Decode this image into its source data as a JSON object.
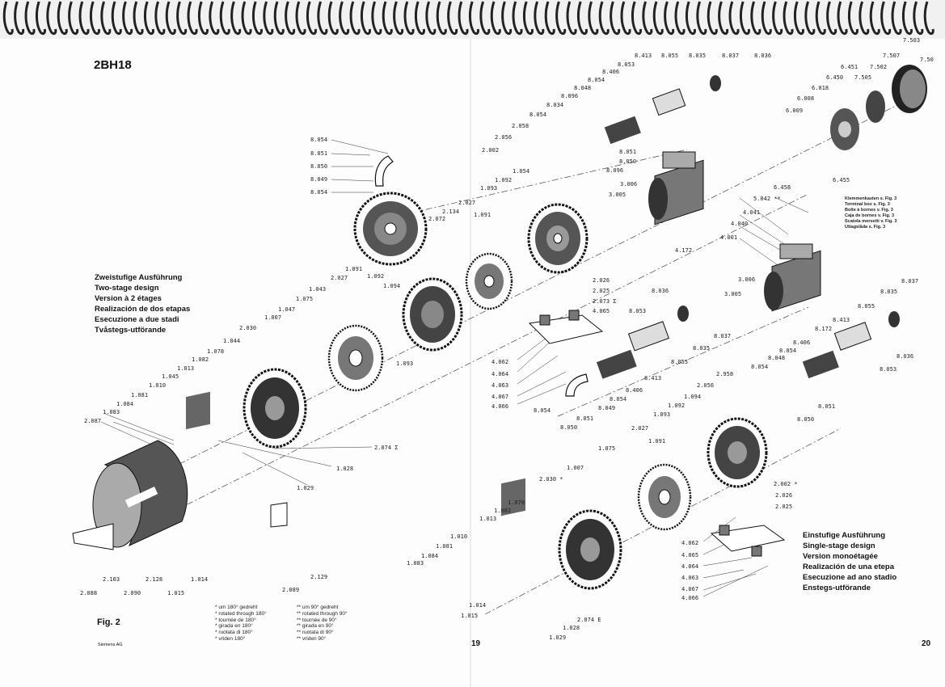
{
  "document": {
    "model": "2BH18",
    "figure_label": "Fig. 2",
    "company": "Siemens AG",
    "page_left": "19",
    "page_right": "20",
    "two_stage_design": [
      "Zweistufige Ausführung",
      "Two-stage design",
      "Version à 2 étages",
      "Realización de dos etapas",
      "Esecuzione a due stadi",
      "Tvåstegs-utförande"
    ],
    "single_stage_design": [
      "Einstufige Ausführung",
      "Single-stage design",
      "Version monoétagée",
      "Realización de una etepa",
      "Esecuzione ad ano stadio",
      "Enstegs-utförande"
    ],
    "terminal_box_note": [
      "Klemmenkasten s. Fig. 3",
      "Terminal box s. Fig. 3",
      "Boîte à bornes v. Fig. 3",
      "Caja de bornes v. Fig. 3",
      "Scatola morsetti v. Fig. 3",
      "Uttagslåda s. Fig. 3"
    ],
    "note_180": [
      "* um 180° gedreht",
      "* rotated through 180°",
      "* tournée de 180°",
      "* girada en 180°",
      "* ruotata di 180°",
      "* vriden 180°"
    ],
    "note_90": [
      "** um 90° gedreht",
      "** rotated through 90°",
      "** tournée de 90°",
      "** girada en 90°",
      "** ruotata di 90°",
      "** vriden 90°"
    ]
  },
  "part_labels": [
    {
      "id": "l1",
      "text": "7.503"
    },
    {
      "id": "l2",
      "text": "7.507"
    },
    {
      "id": "l3",
      "text": "7.50"
    },
    {
      "id": "l4",
      "text": "7.502"
    },
    {
      "id": "l5",
      "text": "7.505"
    },
    {
      "id": "l6",
      "text": "6.451"
    },
    {
      "id": "l7",
      "text": "6.450"
    },
    {
      "id": "l8",
      "text": "6.018"
    },
    {
      "id": "l9",
      "text": "6.008"
    },
    {
      "id": "l10",
      "text": "6.009"
    },
    {
      "id": "l11",
      "text": "6.455"
    },
    {
      "id": "l12",
      "text": "8.413"
    },
    {
      "id": "l13",
      "text": "8.055"
    },
    {
      "id": "l14",
      "text": "8.035"
    },
    {
      "id": "l15",
      "text": "8.037"
    },
    {
      "id": "l16",
      "text": "8.036"
    },
    {
      "id": "l17",
      "text": "8.053"
    },
    {
      "id": "l18",
      "text": "8.406"
    },
    {
      "id": "l19",
      "text": "8.054"
    },
    {
      "id": "l20",
      "text": "8.048"
    },
    {
      "id": "l21",
      "text": "8.096"
    },
    {
      "id": "l22",
      "text": "8.034"
    },
    {
      "id": "l23",
      "text": "8.054"
    },
    {
      "id": "l24",
      "text": "2.058"
    },
    {
      "id": "l25",
      "text": "2.056"
    },
    {
      "id": "l26",
      "text": "2.002"
    },
    {
      "id": "l27",
      "text": "8.051"
    },
    {
      "id": "l28",
      "text": "8.050"
    },
    {
      "id": "l29",
      "text": "8.096"
    },
    {
      "id": "l30",
      "text": "8.054"
    },
    {
      "id": "l31",
      "text": "8.051"
    },
    {
      "id": "l32",
      "text": "8.050"
    },
    {
      "id": "l33",
      "text": "8.049"
    },
    {
      "id": "l34",
      "text": "8.054"
    },
    {
      "id": "l35",
      "text": "1.054"
    },
    {
      "id": "l36",
      "text": "1.092"
    },
    {
      "id": "l37",
      "text": "1.093"
    },
    {
      "id": "l38",
      "text": "3.006"
    },
    {
      "id": "l39",
      "text": "3.005"
    },
    {
      "id": "l40",
      "text": "6.458"
    },
    {
      "id": "l41",
      "text": "5.042 **"
    },
    {
      "id": "l42",
      "text": "4.041"
    },
    {
      "id": "l43",
      "text": "4.040"
    },
    {
      "id": "l44",
      "text": "4.001"
    },
    {
      "id": "l45",
      "text": "4.172"
    },
    {
      "id": "l46",
      "text": "2.027"
    },
    {
      "id": "l47",
      "text": "2.134"
    },
    {
      "id": "l48",
      "text": "2.072"
    },
    {
      "id": "l49",
      "text": "1.091"
    },
    {
      "id": "l50",
      "text": "1.091"
    },
    {
      "id": "l51",
      "text": "1.092"
    },
    {
      "id": "l52",
      "text": "1.094"
    },
    {
      "id": "l53",
      "text": "2.027"
    },
    {
      "id": "l54",
      "text": "1.043"
    },
    {
      "id": "l55",
      "text": "1.075"
    },
    {
      "id": "l56",
      "text": "1.047"
    },
    {
      "id": "l57",
      "text": "1.007"
    },
    {
      "id": "l58",
      "text": "2.030"
    },
    {
      "id": "l59",
      "text": "1.044"
    },
    {
      "id": "l60",
      "text": "1.078"
    },
    {
      "id": "l61",
      "text": "1.082"
    },
    {
      "id": "l62",
      "text": "1.013"
    },
    {
      "id": "l63",
      "text": "1.045"
    },
    {
      "id": "l64",
      "text": "1.010"
    },
    {
      "id": "l65",
      "text": "1.081"
    },
    {
      "id": "l66",
      "text": "1.084"
    },
    {
      "id": "l67",
      "text": "1.083"
    },
    {
      "id": "l68",
      "text": "2.087"
    },
    {
      "id": "l69",
      "text": "1.093"
    },
    {
      "id": "l70",
      "text": "2.026"
    },
    {
      "id": "l71",
      "text": "2.025"
    },
    {
      "id": "l72",
      "text": "2.073 Σ"
    },
    {
      "id": "l73",
      "text": "4.065"
    },
    {
      "id": "l74",
      "text": "8.053"
    },
    {
      "id": "l75",
      "text": "8.036"
    },
    {
      "id": "l76",
      "text": "3.006"
    },
    {
      "id": "l77",
      "text": "3.005"
    },
    {
      "id": "l78",
      "text": "8.037"
    },
    {
      "id": "l79",
      "text": "8.035"
    },
    {
      "id": "l80",
      "text": "8.055"
    },
    {
      "id": "l81",
      "text": "8.413"
    },
    {
      "id": "l82",
      "text": "8.172"
    },
    {
      "id": "l83",
      "text": "8.037"
    },
    {
      "id": "l84",
      "text": "8.035"
    },
    {
      "id": "l85",
      "text": "8.055"
    },
    {
      "id": "l86",
      "text": "8.036"
    },
    {
      "id": "l87",
      "text": "8.413"
    },
    {
      "id": "l88",
      "text": "8.406"
    },
    {
      "id": "l89",
      "text": "8.054"
    },
    {
      "id": "l90",
      "text": "8.048"
    },
    {
      "id": "l91",
      "text": "8.054"
    },
    {
      "id": "l92",
      "text": "8.053"
    },
    {
      "id": "l93",
      "text": "4.062"
    },
    {
      "id": "l94",
      "text": "4.064"
    },
    {
      "id": "l95",
      "text": "4.063"
    },
    {
      "id": "l96",
      "text": "4.067"
    },
    {
      "id": "l97",
      "text": "4.066"
    },
    {
      "id": "l98",
      "text": "8.406"
    },
    {
      "id": "l99",
      "text": "8.054"
    },
    {
      "id": "l100",
      "text": "8.049"
    },
    {
      "id": "l101",
      "text": "8.054"
    },
    {
      "id": "l102",
      "text": "8.051"
    },
    {
      "id": "l103",
      "text": "8.050"
    },
    {
      "id": "l104",
      "text": "2.958"
    },
    {
      "id": "l105",
      "text": "2.056"
    },
    {
      "id": "l106",
      "text": "1.094"
    },
    {
      "id": "l107",
      "text": "1.092"
    },
    {
      "id": "l108",
      "text": "1.093"
    },
    {
      "id": "l109",
      "text": "8.051"
    },
    {
      "id": "l110",
      "text": "8.050"
    },
    {
      "id": "l111",
      "text": "2.027"
    },
    {
      "id": "l112",
      "text": "1.091"
    },
    {
      "id": "l113",
      "text": "1.075"
    },
    {
      "id": "l114",
      "text": "1.007"
    },
    {
      "id": "l115",
      "text": "2.030 *"
    },
    {
      "id": "l116",
      "text": "2.002 *"
    },
    {
      "id": "l117",
      "text": "2.026"
    },
    {
      "id": "l118",
      "text": "2.025"
    },
    {
      "id": "l119",
      "text": "1.078"
    },
    {
      "id": "l120",
      "text": "1.082"
    },
    {
      "id": "l121",
      "text": "1.013"
    },
    {
      "id": "l122",
      "text": "1.010"
    },
    {
      "id": "l123",
      "text": "1.081"
    },
    {
      "id": "l124",
      "text": "1.084"
    },
    {
      "id": "l125",
      "text": "1.083"
    },
    {
      "id": "l126",
      "text": "1.014"
    },
    {
      "id": "l127",
      "text": "1.015"
    },
    {
      "id": "l128",
      "text": "1.028"
    },
    {
      "id": "l129",
      "text": "1.029"
    },
    {
      "id": "l130",
      "text": "2.074 E"
    },
    {
      "id": "l131",
      "text": "4.062"
    },
    {
      "id": "l132",
      "text": "4.065"
    },
    {
      "id": "l133",
      "text": "4.064"
    },
    {
      "id": "l134",
      "text": "4.063"
    },
    {
      "id": "l135",
      "text": "4.067"
    },
    {
      "id": "l136",
      "text": "4.066"
    },
    {
      "id": "l137",
      "text": "2.074 Σ"
    },
    {
      "id": "l138",
      "text": "1.028"
    },
    {
      "id": "l139",
      "text": "1.029"
    },
    {
      "id": "l140",
      "text": "2.129"
    },
    {
      "id": "l141",
      "text": "2.089"
    },
    {
      "id": "l142",
      "text": "2.103"
    },
    {
      "id": "l143",
      "text": "2.128"
    },
    {
      "id": "l144",
      "text": "1.014"
    },
    {
      "id": "l145",
      "text": "2.088"
    },
    {
      "id": "l146",
      "text": "2.090"
    },
    {
      "id": "l147",
      "text": "1.015"
    }
  ]
}
